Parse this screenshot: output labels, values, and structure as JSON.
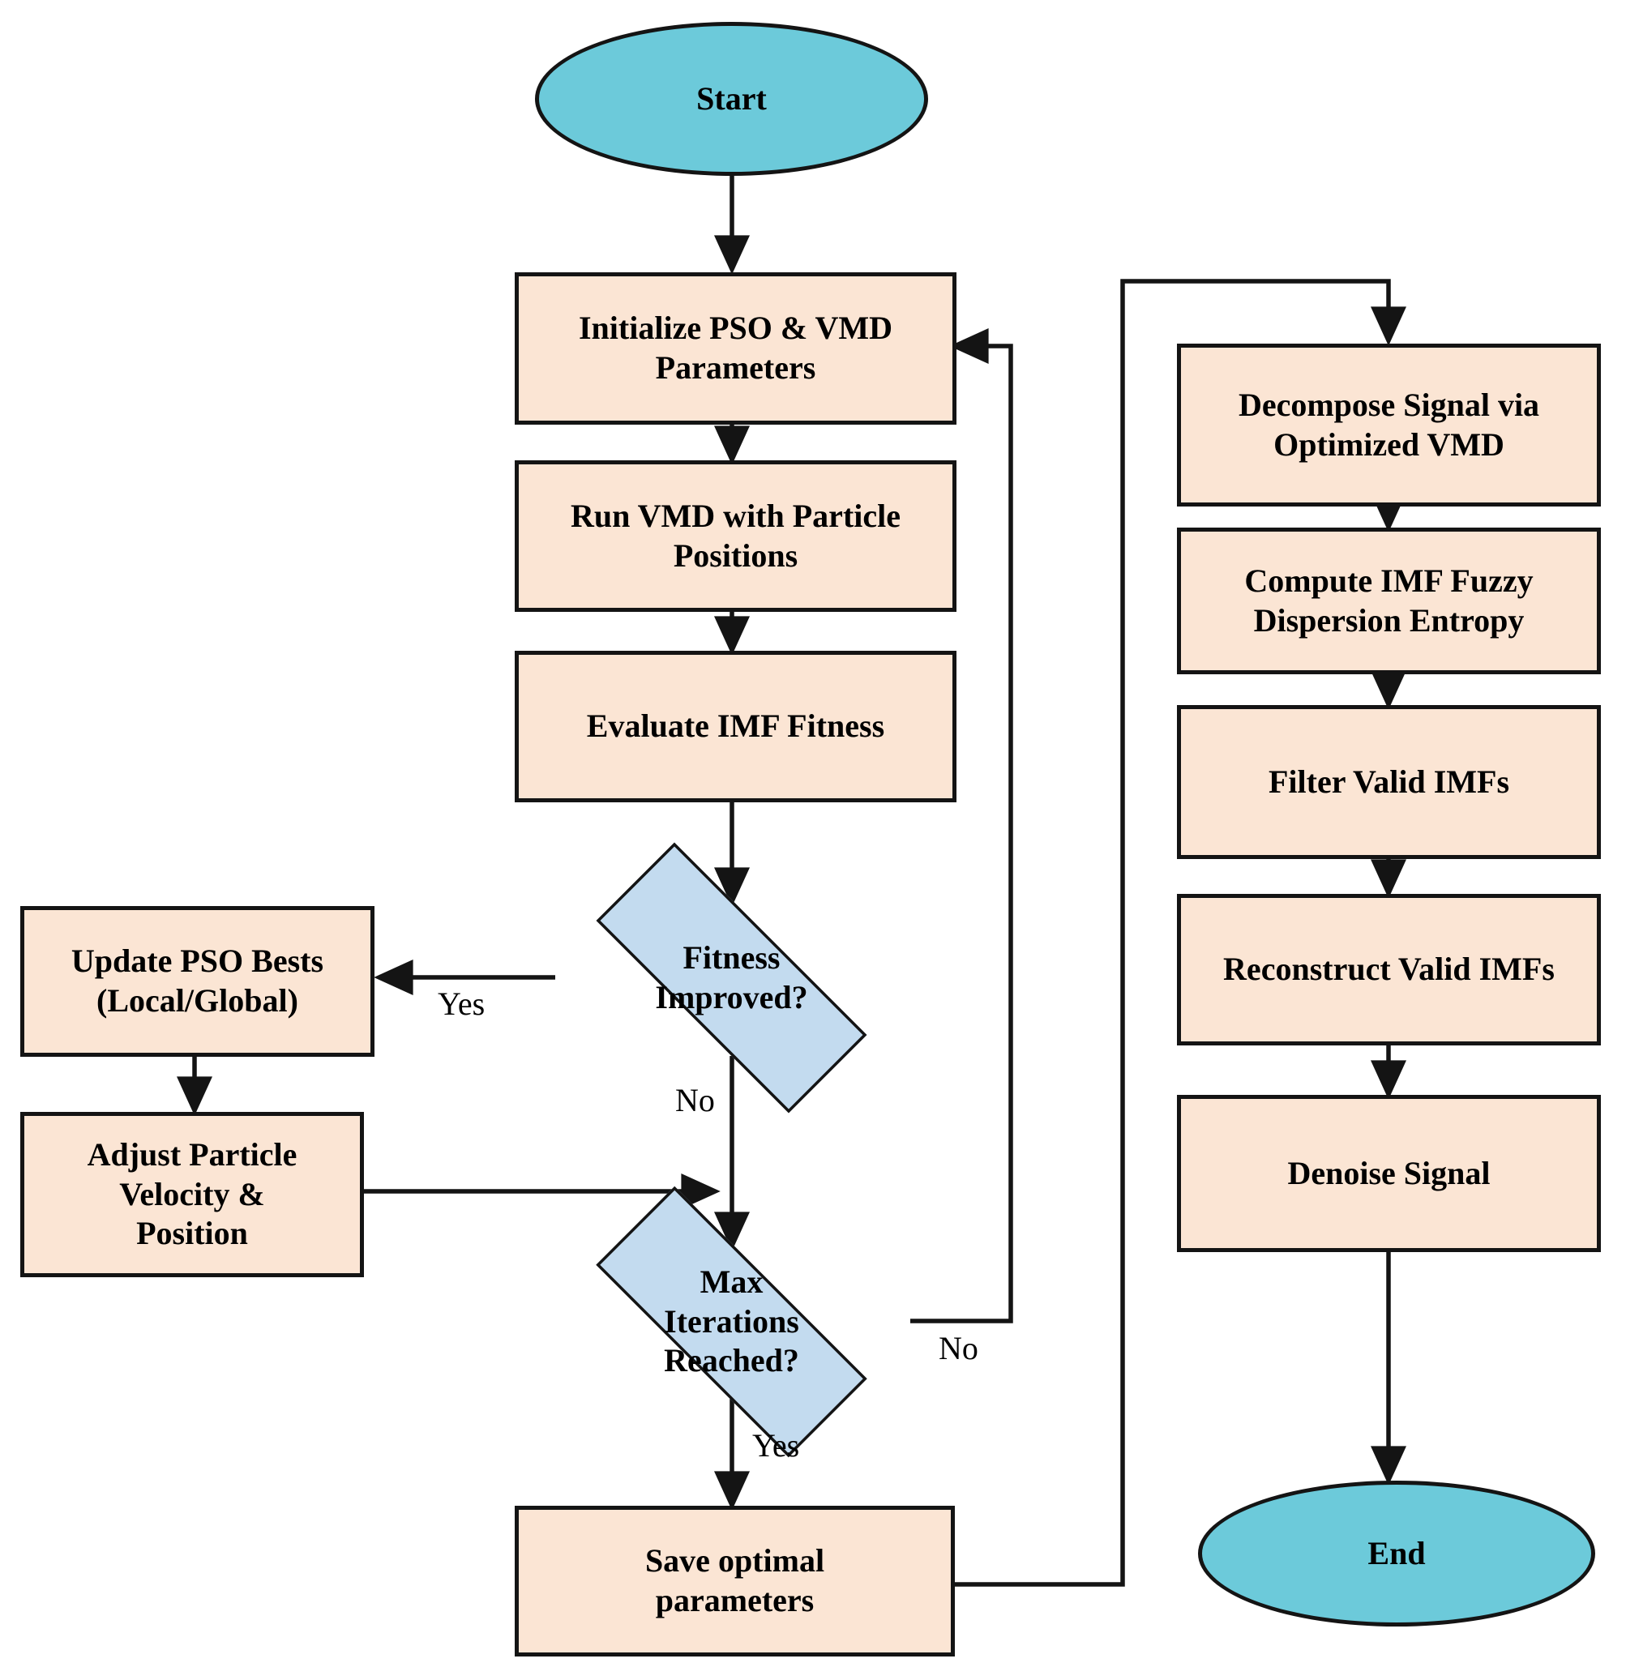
{
  "diagram": {
    "title": "PSO-optimized VMD signal denoising flowchart",
    "colors": {
      "terminator_fill": "#6ccada",
      "process_fill": "#fbe5d4",
      "decision_fill": "#c3dbef",
      "stroke": "#141414",
      "background": "#ffffff",
      "text": "#000000"
    },
    "nodes": [
      {
        "id": "start",
        "type": "terminator",
        "label": "Start"
      },
      {
        "id": "init",
        "type": "process",
        "label": "Initialize PSO & VMD Parameters"
      },
      {
        "id": "run_vmd",
        "type": "process",
        "label": "Run VMD with Particle Positions"
      },
      {
        "id": "evaluate",
        "type": "process",
        "label": "Evaluate IMF Fitness"
      },
      {
        "id": "fitness_q",
        "type": "decision",
        "label": "Fitness Improved?"
      },
      {
        "id": "update_bests",
        "type": "process",
        "label": "Update PSO Bests (Local/Global)"
      },
      {
        "id": "adjust",
        "type": "process",
        "label": "Adjust Particle Velocity & Position"
      },
      {
        "id": "maxiter_q",
        "type": "decision",
        "label": "Max Iterations Reached?"
      },
      {
        "id": "save",
        "type": "process",
        "label": "Save optimal parameters"
      },
      {
        "id": "decompose",
        "type": "process",
        "label": "Decompose Signal via Optimized VMD"
      },
      {
        "id": "entropy",
        "type": "process",
        "label": "Compute IMF Fuzzy Dispersion Entropy"
      },
      {
        "id": "filter",
        "type": "process",
        "label": "Filter Valid IMFs"
      },
      {
        "id": "reconstruct",
        "type": "process",
        "label": "Reconstruct Valid IMFs"
      },
      {
        "id": "denoise",
        "type": "process",
        "label": "Denoise Signal"
      },
      {
        "id": "end",
        "type": "terminator",
        "label": "End"
      }
    ],
    "node_text": {
      "start": "Start",
      "init_line1": "Initialize PSO & VMD",
      "init_line2": "Parameters",
      "run_vmd_line1": "Run VMD with Particle",
      "run_vmd_line2": "Positions",
      "evaluate": "Evaluate IMF Fitness",
      "fitness_q_line1": "Fitness",
      "fitness_q_line2": "Improved?",
      "update_bests_line1": "Update PSO Bests",
      "update_bests_line2": "(Local/Global)",
      "adjust_line1": "Adjust Particle",
      "adjust_line2": "Velocity &",
      "adjust_line3": "Position",
      "maxiter_q_line1": "Max",
      "maxiter_q_line2": "Iterations",
      "maxiter_q_line3": "Reached?",
      "save_line1": "Save optimal",
      "save_line2": "parameters",
      "decompose_line1": "Decompose Signal via",
      "decompose_line2": "Optimized VMD",
      "entropy_line1": "Compute IMF Fuzzy",
      "entropy_line2": "Dispersion Entropy",
      "filter": "Filter Valid IMFs",
      "reconstruct": "Reconstruct Valid IMFs",
      "denoise": "Denoise Signal",
      "end": "End"
    },
    "edge_labels": {
      "fitness_yes": "Yes",
      "fitness_no": "No",
      "maxiter_no": "No",
      "maxiter_yes": "Yes"
    },
    "edges": [
      {
        "from": "start",
        "to": "init",
        "label": ""
      },
      {
        "from": "init",
        "to": "run_vmd",
        "label": ""
      },
      {
        "from": "run_vmd",
        "to": "evaluate",
        "label": ""
      },
      {
        "from": "evaluate",
        "to": "fitness_q",
        "label": ""
      },
      {
        "from": "fitness_q",
        "to": "update_bests",
        "label": "Yes"
      },
      {
        "from": "fitness_q",
        "to": "maxiter_q",
        "label": "No"
      },
      {
        "from": "update_bests",
        "to": "adjust",
        "label": ""
      },
      {
        "from": "adjust",
        "to": "maxiter_q",
        "label": ""
      },
      {
        "from": "maxiter_q",
        "to": "init",
        "label": "No"
      },
      {
        "from": "maxiter_q",
        "to": "save",
        "label": "Yes"
      },
      {
        "from": "save",
        "to": "decompose",
        "label": ""
      },
      {
        "from": "decompose",
        "to": "entropy",
        "label": ""
      },
      {
        "from": "entropy",
        "to": "filter",
        "label": ""
      },
      {
        "from": "filter",
        "to": "reconstruct",
        "label": ""
      },
      {
        "from": "reconstruct",
        "to": "denoise",
        "label": ""
      },
      {
        "from": "denoise",
        "to": "end",
        "label": ""
      }
    ]
  }
}
